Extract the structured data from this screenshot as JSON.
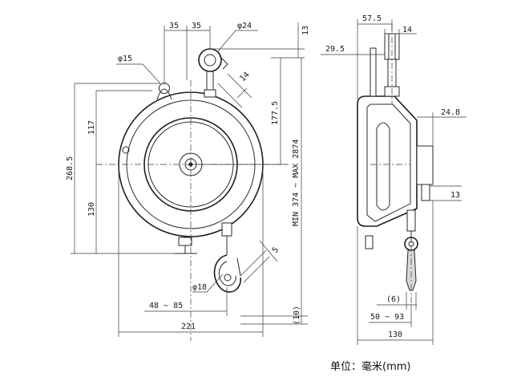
{
  "labels": {
    "w35a": "35",
    "w35b": "35",
    "d24": "φ24",
    "d15": "φ15",
    "h13_top": "13",
    "l14a": "14",
    "h177": "177.5",
    "h268": "268.5",
    "h117": "117",
    "h130": "130",
    "stroke": "MIN 374 ~ MAX 2874",
    "d18": "φ18",
    "l5": "5",
    "r48_85": "48 ~ 85",
    "w221": "221",
    "p10": "(10)",
    "w57": "57.5",
    "l14b": "14",
    "w29": "29.5",
    "w24": "24.8",
    "h13_side": "13",
    "p6": "(6)",
    "r50_93": "50 ~ 93",
    "w130": "130"
  },
  "unit_note": "单位：毫米(mm)"
}
